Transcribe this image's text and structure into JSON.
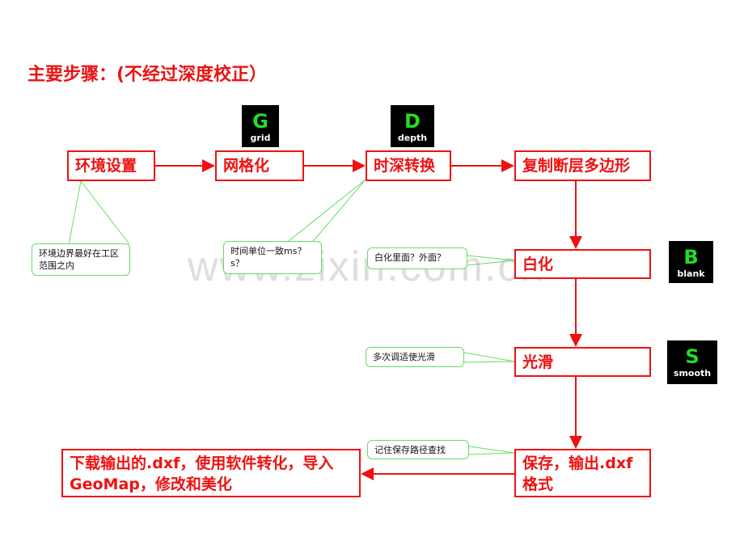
{
  "title": "主要步骤：(不经过深度校正）",
  "steps": {
    "env": "环境设置",
    "grid": "网格化",
    "depth": "时深转换",
    "copy": "复制断层多边形",
    "blank": "白化",
    "smooth": "光滑",
    "save": "保存，输出.dxf格式",
    "download": "下载输出的.dxf，使用软件转化，导入GeoMap，修改和美化"
  },
  "badges": {
    "grid": {
      "letter": "G",
      "word": "grid"
    },
    "depth": {
      "letter": "D",
      "word": "depth"
    },
    "blank": {
      "letter": "B",
      "word": "blank"
    },
    "smooth": {
      "letter": "S",
      "word": "smooth"
    }
  },
  "notes": {
    "env": "环境边界最好在工区范围之内",
    "time": "时间单位一致ms？s？",
    "blank": "白化里面？外面？",
    "smooth": "多次调适使光滑",
    "save": "记住保存路径查找"
  },
  "watermark": "www.zixin.com.cn",
  "colors": {
    "step": "#ee1111",
    "note_border": "#66dd66",
    "badge_letter": "#22dd22",
    "badge_bg": "#000000"
  }
}
